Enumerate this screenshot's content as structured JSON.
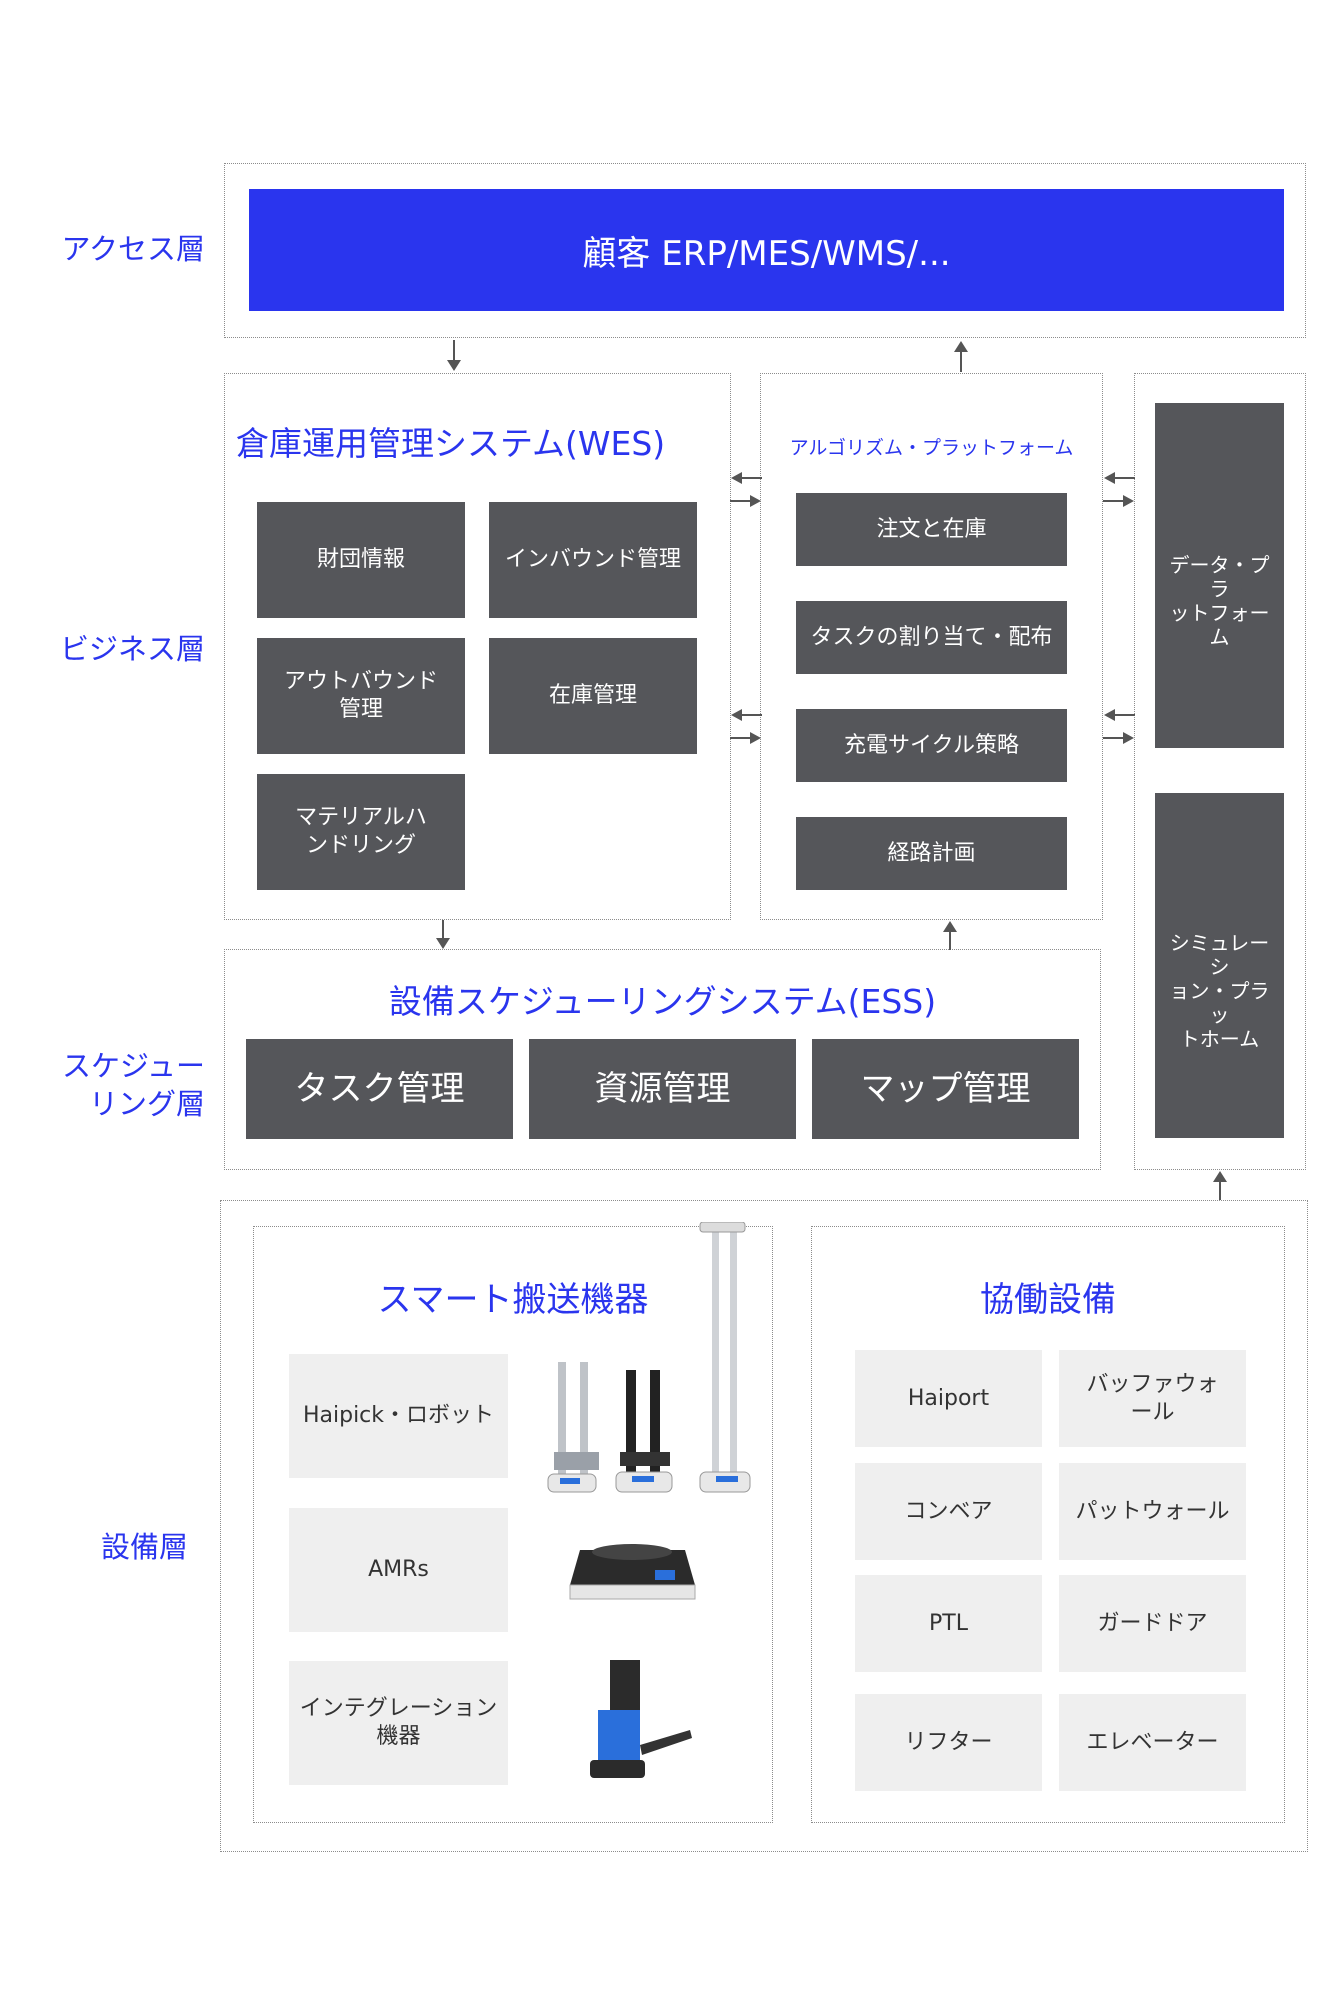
{
  "layers": {
    "access": "アクセス層",
    "business": "ビジネス層",
    "scheduling": "スケジュー\nリング層",
    "equipment": "設備層"
  },
  "access": {
    "customer_systems": "顧客 ERP/MES/WMS/..."
  },
  "wes": {
    "title": "倉庫運用管理システム(WES)",
    "modules": [
      "財団情報",
      "インバウンド管理",
      "アウトバウンド\n管理",
      "在庫管理",
      "マテリアルハ\nンドリング"
    ]
  },
  "algorithm": {
    "title": "アルゴリズム・プラットフォーム",
    "items": [
      "注文と在庫",
      "タスクの割り当て・配布",
      "充電サイクル策略",
      "経路計画"
    ]
  },
  "platforms": {
    "data": "データ・プラ\nットフォーム",
    "simulation": "シミュレーシ\nョン・プラッ\nトホーム"
  },
  "ess": {
    "title": "設備スケジューリングシステム(ESS)",
    "modules": [
      "タスク管理",
      "資源管理",
      "マップ管理"
    ]
  },
  "smart_transport": {
    "title": "スマート搬送機器",
    "items": [
      "Haipick・ロボット",
      "AMRs",
      "インテグレーション\n機器"
    ]
  },
  "collab": {
    "title": "協働設備",
    "items": [
      "Haiport",
      "バッファウォ\nール",
      "コンベア",
      "パットウォール",
      "PTL",
      "ガードドア",
      "リフター",
      "エレベーター"
    ]
  },
  "colors": {
    "accent_blue": "#2a35ee",
    "dark_box": "#55565a",
    "light_box": "#efefef",
    "arrow": "#555555"
  }
}
